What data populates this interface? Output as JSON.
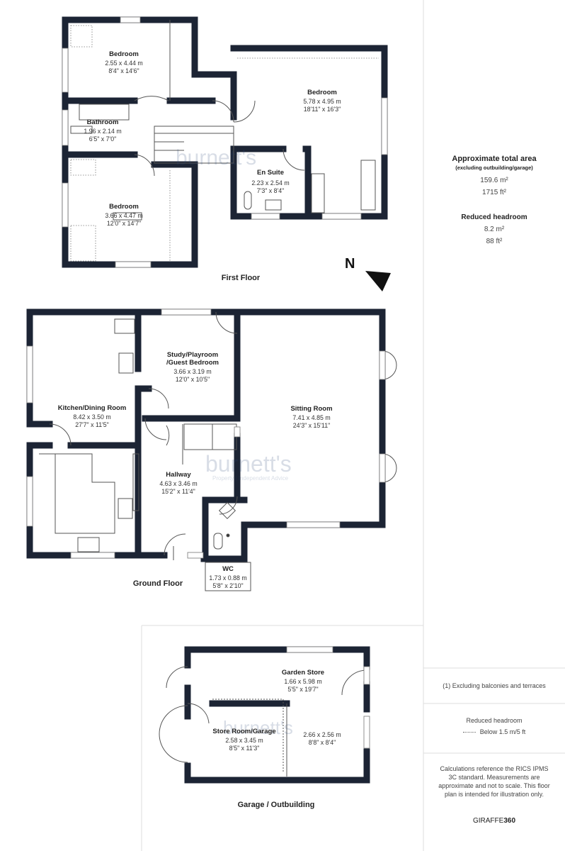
{
  "summary": {
    "title": "Approximate total area",
    "subtitle": "(excluding outbuilding/garage)",
    "area_m2": "159.6 m²",
    "area_ft2": "1715 ft²",
    "reduced_title": "Reduced headroom",
    "reduced_m2": "8.2 m²",
    "reduced_ft2": "88 ft²"
  },
  "legend": {
    "excluding_note": "(1) Excluding balconies and terraces",
    "reduced_label": "Reduced headroom",
    "reduced_key": "Below 1.5 m/5 ft",
    "disclaimer": "Calculations reference the RICS IPMS 3C standard. Measurements are approximate and not to scale. This floor plan is intended for illustration only.",
    "brand_a": "GIRAFFE",
    "brand_b": "360"
  },
  "compass": {
    "letter": "N"
  },
  "watermark": {
    "text": "burnett's",
    "tag": "Property | Independent Advice"
  },
  "floors": {
    "first": {
      "label": "First Floor",
      "rooms": [
        {
          "name": "Bedroom",
          "metric": "2.55 x 4.44 m",
          "imperial": "8'4\" x 14'6\""
        },
        {
          "name": "Bathroom",
          "metric": "1.96 x 2.14 m",
          "imperial": "6'5\" x 7'0\""
        },
        {
          "name": "Bedroom",
          "metric": "3.66 x 4.47 m",
          "imperial": "12'0\" x 14'7\""
        },
        {
          "name": "Bedroom",
          "metric": "5.78 x 4.95 m",
          "imperial": "18'11\" x 16'3\""
        },
        {
          "name": "En Suite",
          "metric": "2.23 x 2.54 m",
          "imperial": "7'3\" x 8'4\""
        }
      ]
    },
    "ground": {
      "label": "Ground Floor",
      "rooms": [
        {
          "name": "Kitchen/Dining Room",
          "metric": "8.42 x 3.50 m",
          "imperial": "27'7\" x 11'5\""
        },
        {
          "name": "Study/Playroom",
          "name2": "/Guest Bedroom",
          "metric": "3.66 x 3.19 m",
          "imperial": "12'0\" x 10'5\""
        },
        {
          "name": "Sitting Room",
          "metric": "7.41 x 4.85 m",
          "imperial": "24'3\" x 15'11\""
        },
        {
          "name": "Hallway",
          "metric": "4.63 x 3.46 m",
          "imperial": "15'2\" x 11'4\""
        },
        {
          "name": "WC",
          "metric": "1.73 x 0.88 m",
          "imperial": "5'8\" x 2'10\""
        }
      ]
    },
    "garage": {
      "label": "Garage / Outbuilding",
      "rooms": [
        {
          "name": "Garden Store",
          "metric": "1.66 x 5.98 m",
          "imperial": "5'5\" x 19'7\""
        },
        {
          "name": "Store Room/Garage",
          "metric": "2.58 x 3.45 m",
          "imperial": "8'5\" x 11'3\""
        },
        {
          "name": "",
          "metric": "2.66 x 2.56 m",
          "imperial": "8'8\" x 8'4\""
        }
      ]
    }
  }
}
